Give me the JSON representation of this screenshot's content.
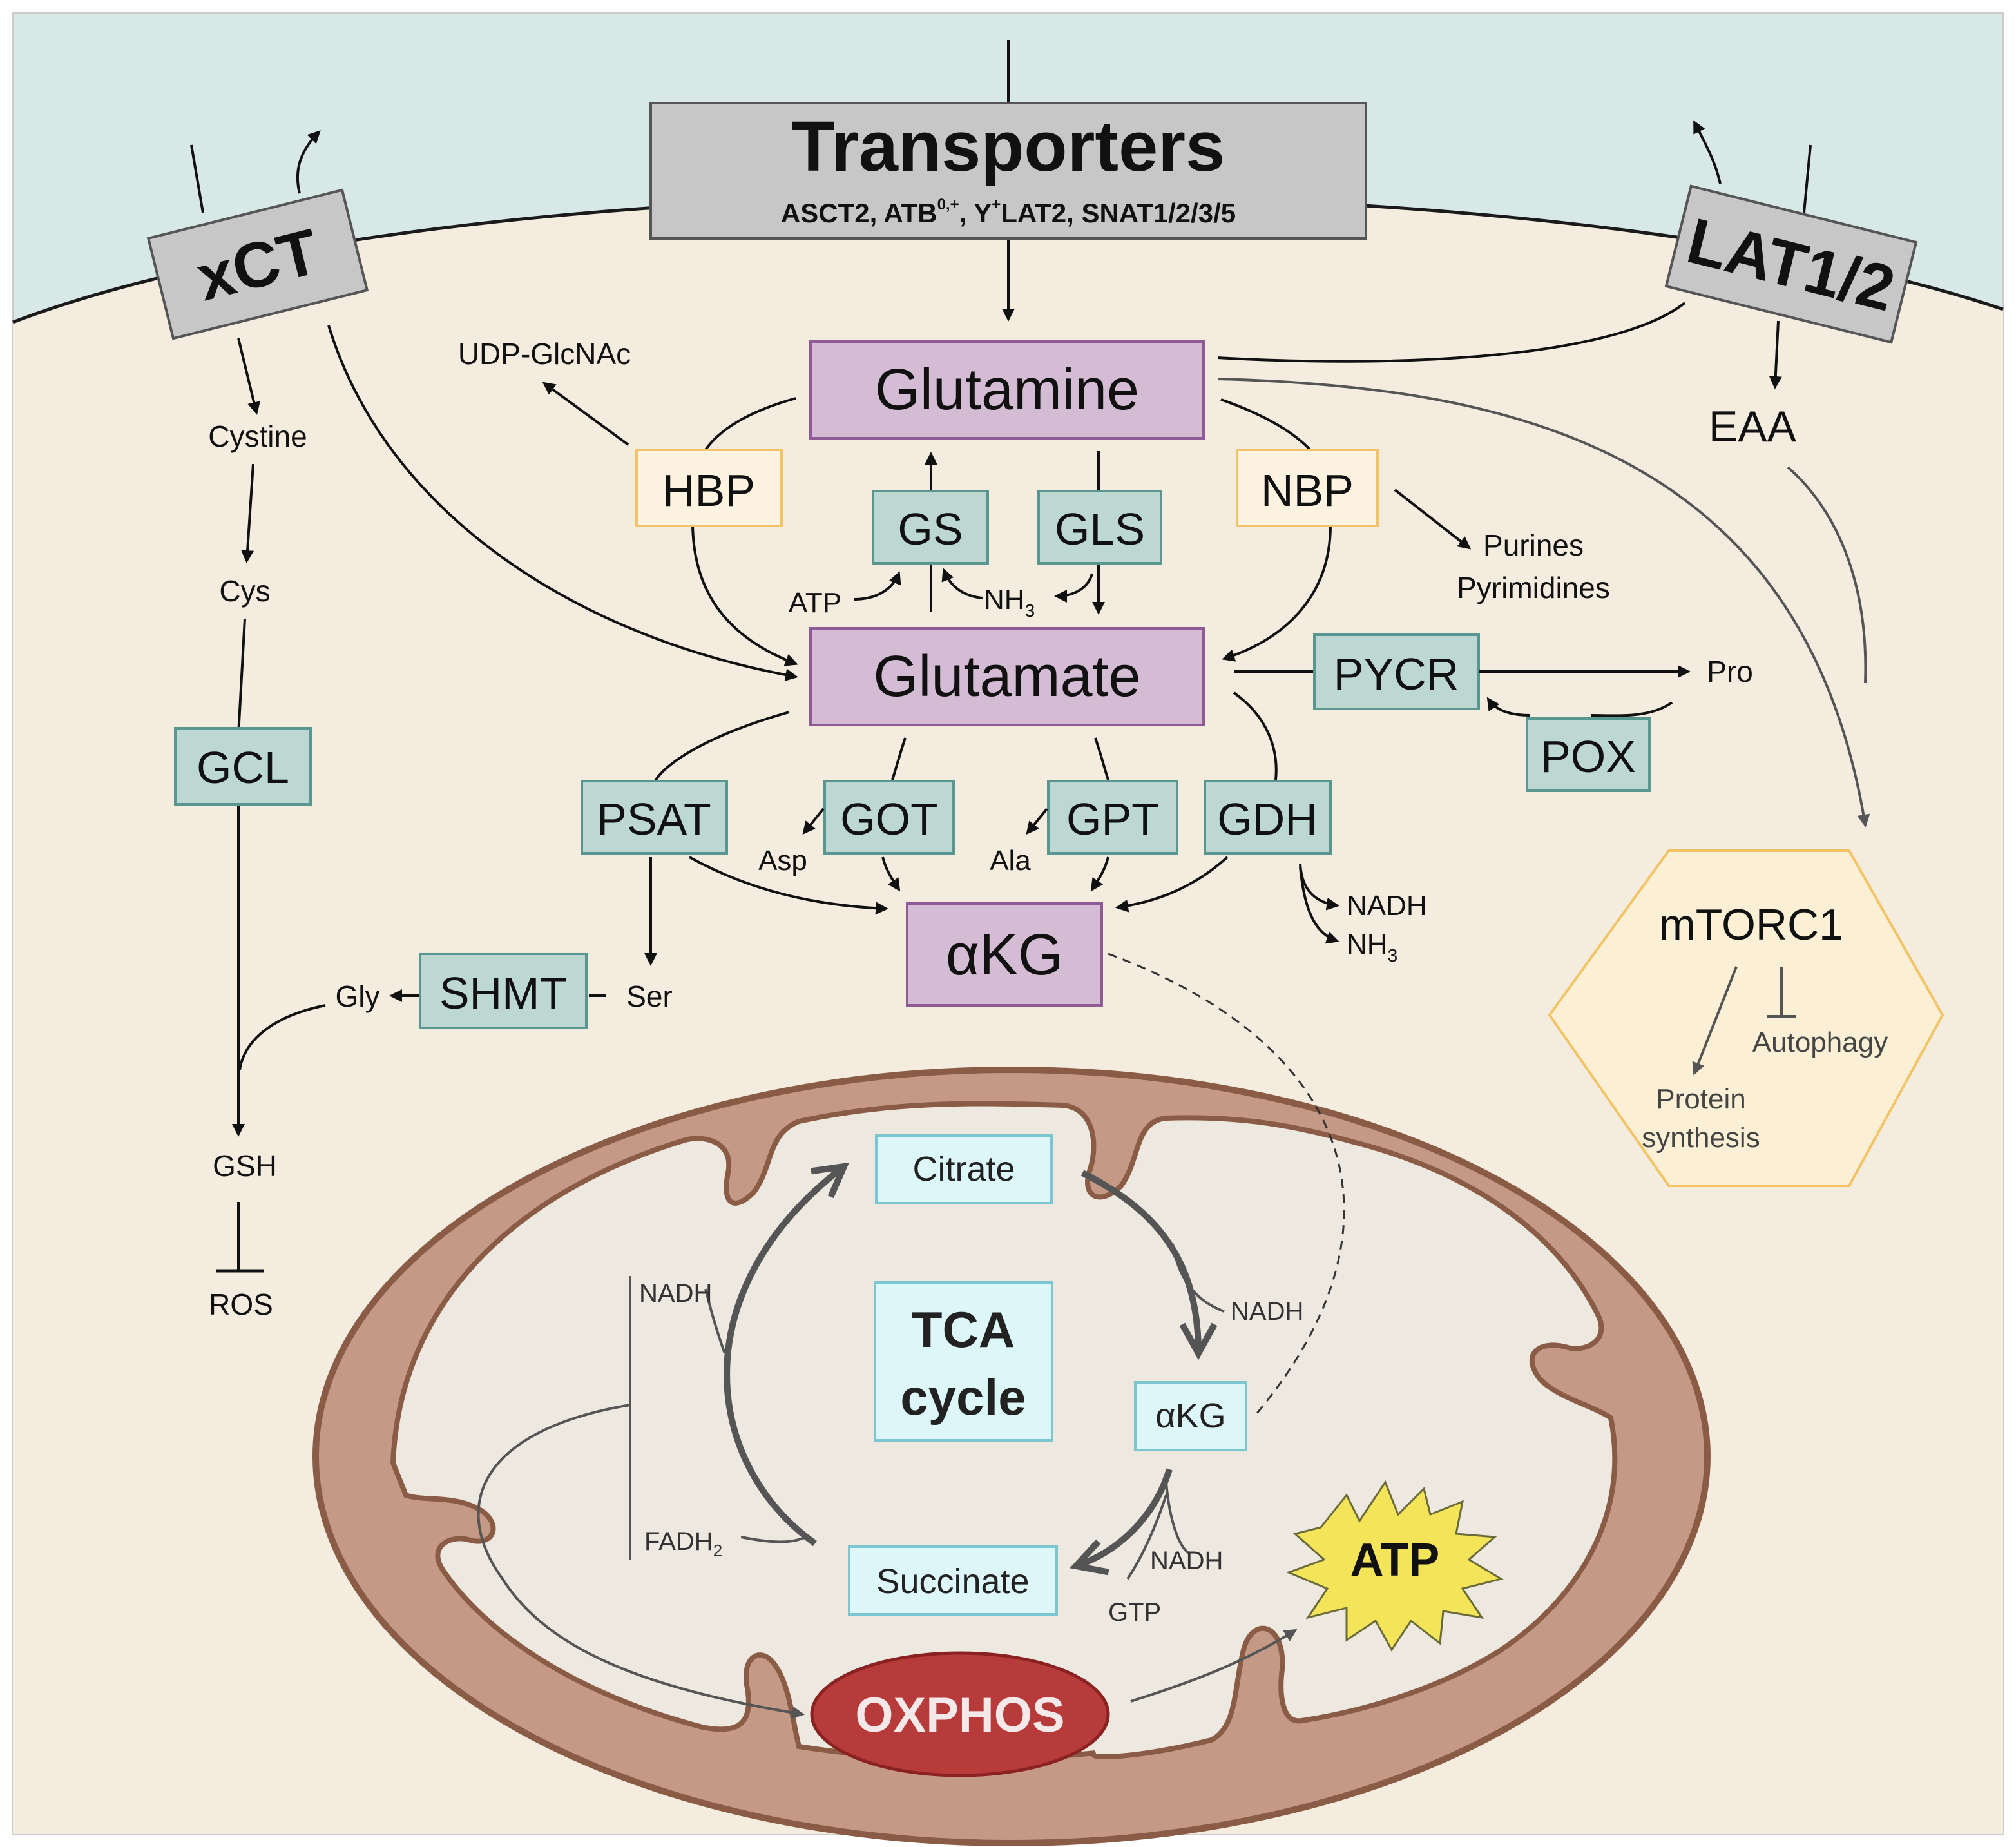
{
  "colors": {
    "extracellular": "#d7e8e6",
    "cytoplasm": "#f4ecdf",
    "membrane": "#1a1a1a",
    "transporter_fill": "#c7c7c7",
    "metabolite_fill": "#d4bdd4",
    "metabolite_stroke": "#8e5b96",
    "enzyme_fill": "#bdd8d3",
    "enzyme_stroke": "#5a9690",
    "pathway_fill": "#fdf3e0",
    "pathway_stroke": "#f2c466",
    "tca_box_fill": "#ddf6f8",
    "tca_box_stroke": "#7cc6d2",
    "mito_outer": "#c49a86",
    "mito_stroke": "#8a5c45",
    "mito_inner": "#ede8e0",
    "oxphos_fill": "#b83b3b",
    "atp_fill": "#f3e45a",
    "mtorc_fill": "#fbf0d6",
    "mtorc_stroke": "#f2c466",
    "arrow": "#111111",
    "grey_arrow": "#555555"
  },
  "transporters": {
    "main_title": "Transporters",
    "main_sub_a": "ASCT2, ATB",
    "main_sub_sup1": "0,+",
    "main_sub_b": ", Y",
    "main_sub_sup2": "+",
    "main_sub_c": "LAT2, SNAT1/2/3/5",
    "xct": "xCT",
    "lat": "LAT1/2"
  },
  "metabolites": {
    "glutamine": "Glutamine",
    "glutamate": "Glutamate",
    "akg": "αKG"
  },
  "enzymes": {
    "gs": "GS",
    "gls": "GLS",
    "pycr": "PYCR",
    "pox": "POX",
    "psat": "PSAT",
    "got": "GOT",
    "gpt": "GPT",
    "gdh": "GDH",
    "shmt": "SHMT",
    "gcl": "GCL"
  },
  "pathways": {
    "hbp": "HBP",
    "nbp": "NBP"
  },
  "labels": {
    "udp_glcnac": "UDP-GlcNAc",
    "purines": "Purines",
    "pyrimidines": "Pyrimidines",
    "cystine": "Cystine",
    "cys": "Cys",
    "gsh": "GSH",
    "ros": "ROS",
    "eaa": "EAA",
    "atp_small": "ATP",
    "nh3_a": "NH",
    "nh3_sub": "3",
    "pro": "Pro",
    "asp": "Asp",
    "ala": "Ala",
    "nadh_gdh": "NADH",
    "nh3_b": "NH",
    "gly": "Gly",
    "ser": "Ser"
  },
  "mtorc1": {
    "title": "mTORC1",
    "autophagy": "Autophagy",
    "protein_line1": "Protein",
    "protein_line2": "synthesis"
  },
  "tca": {
    "citrate": "Citrate",
    "akg": "αKG",
    "succinate": "Succinate",
    "center_line1": "TCA",
    "center_line2": "cycle",
    "nadh_right": "NADH",
    "nadh_lower": "NADH",
    "gtp": "GTP",
    "nadh_left": "NADH",
    "fadh": "FADH",
    "fadh_sub": "2",
    "oxphos": "OXPHOS",
    "atp": "ATP"
  }
}
